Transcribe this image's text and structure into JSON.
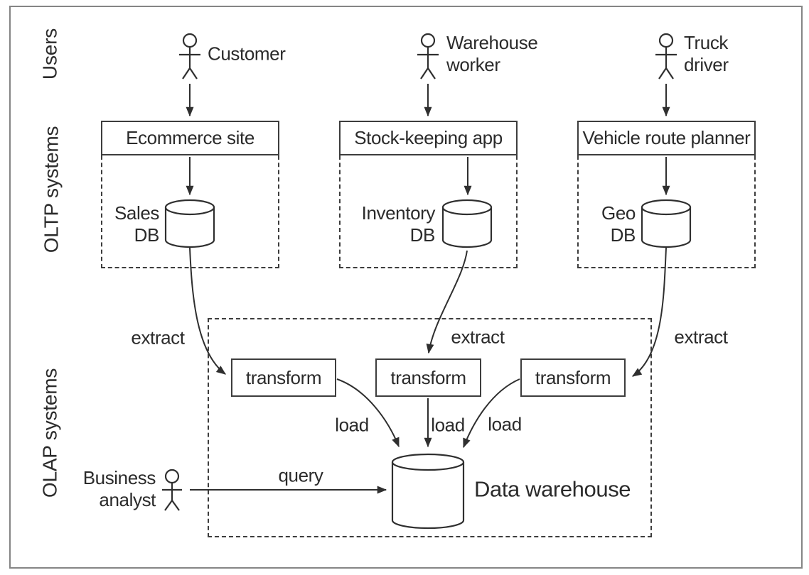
{
  "figure": {
    "type": "etl-data-warehouse-diagram",
    "lanes": {
      "users": "Users",
      "oltp": "OLTP systems",
      "olap": "OLAP systems"
    },
    "actors": {
      "customer": {
        "lines": [
          "Customer"
        ]
      },
      "warehouse_worker": {
        "lines": [
          "Warehouse",
          "worker"
        ]
      },
      "truck_driver": {
        "lines": [
          "Truck",
          "driver"
        ]
      },
      "business_analyst": {
        "lines": [
          "Business",
          "analyst"
        ]
      }
    },
    "apps": {
      "ecommerce": "Ecommerce site",
      "stock_keeping": "Stock-keeping app",
      "route_planner": "Vehicle route planner"
    },
    "databases": {
      "sales": {
        "lines": [
          "Sales",
          "DB"
        ]
      },
      "inventory": {
        "lines": [
          "Inventory",
          "DB"
        ]
      },
      "geo": {
        "lines": [
          "Geo",
          "DB"
        ]
      }
    },
    "flow": {
      "extract": "extract",
      "transform": "transform",
      "load": "load",
      "query": "query"
    },
    "warehouse": {
      "label": "Data warehouse"
    },
    "icons": {
      "person": "stick-figure",
      "database": "cylinder",
      "arrow": "solid-triangle-arrowhead"
    },
    "colors": {
      "line": "#2f2f2f",
      "frame_border": "#858585",
      "background": "#ffffff"
    }
  }
}
